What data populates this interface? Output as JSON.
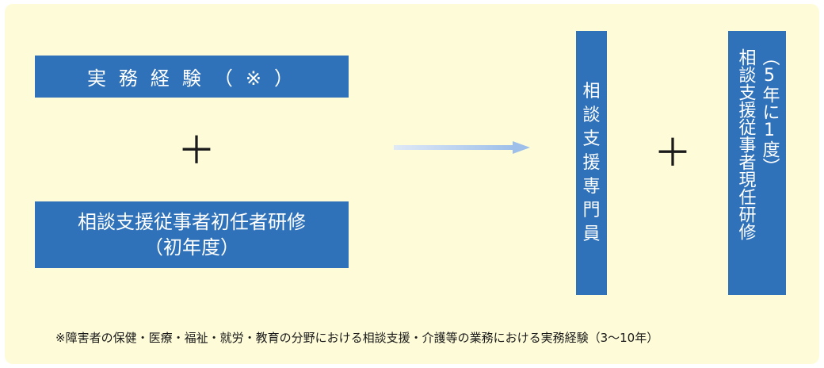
{
  "left": {
    "experience_label": "実務経験（※）",
    "plus": "＋",
    "initial_training_line1": "相談支援従事者初任者研修",
    "initial_training_line2": "（初年度）"
  },
  "center": {
    "specialist_chars": [
      "相",
      "談",
      "支",
      "援",
      "専",
      "門",
      "員"
    ]
  },
  "right": {
    "plus": "＋",
    "refresh_training": "相談支援従事者現任研修",
    "refresh_period": "（5年に1度）"
  },
  "footnote": "※障害者の保健・医療・福祉・就労・教育の分野における相談支援・介護等の業務における実務経験（3～10年）",
  "colors": {
    "box": "#2f72b9",
    "panel": "#fefcd8",
    "arrow": "#a9c8ee"
  }
}
